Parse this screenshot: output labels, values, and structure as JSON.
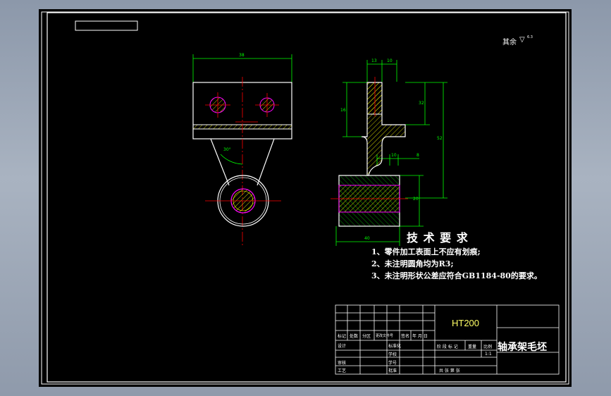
{
  "roughness_note": "其余",
  "roughness_value": "6.3",
  "tech_req": {
    "title": "技 术 要 求",
    "items": [
      "1、零件加工表面上不应有划痕;",
      "2、未注明圆角均为R3;",
      "3、未注明形状公差应符合GB1184-80的要求。"
    ]
  },
  "title_block": {
    "material": "HT200",
    "part_name": "轴承架毛坯",
    "labels": {
      "mark": "标记",
      "count": "处数",
      "zone": "分区",
      "change_doc": "更改文件号",
      "sign": "签名",
      "date": "年 月 日",
      "design": "设计",
      "standardize": "标准化",
      "check": "审核",
      "craft": "工艺",
      "approve": "批准",
      "stage_mark": "阶 段 标 记",
      "weight": "重量",
      "scale": "比例",
      "scale_value": "1:1",
      "sheets": "共   张   第   张",
      "school": "学校",
      "student_no": "学号"
    }
  },
  "dims": {
    "front_width": "38",
    "side_top_a": "13",
    "side_top_b": "10",
    "side_left_h": "16",
    "side_right_h": "32",
    "side_total_h": "52",
    "side_mid_a": "10",
    "side_mid_b": "8",
    "side_base_h": "20",
    "side_base_w": "40",
    "angle": "30°"
  },
  "colors": {
    "line": "#ffffff",
    "dim": "#00ff00",
    "center": "#ff0000",
    "hatch": "#ffff00",
    "hole": "#ff00ff"
  }
}
